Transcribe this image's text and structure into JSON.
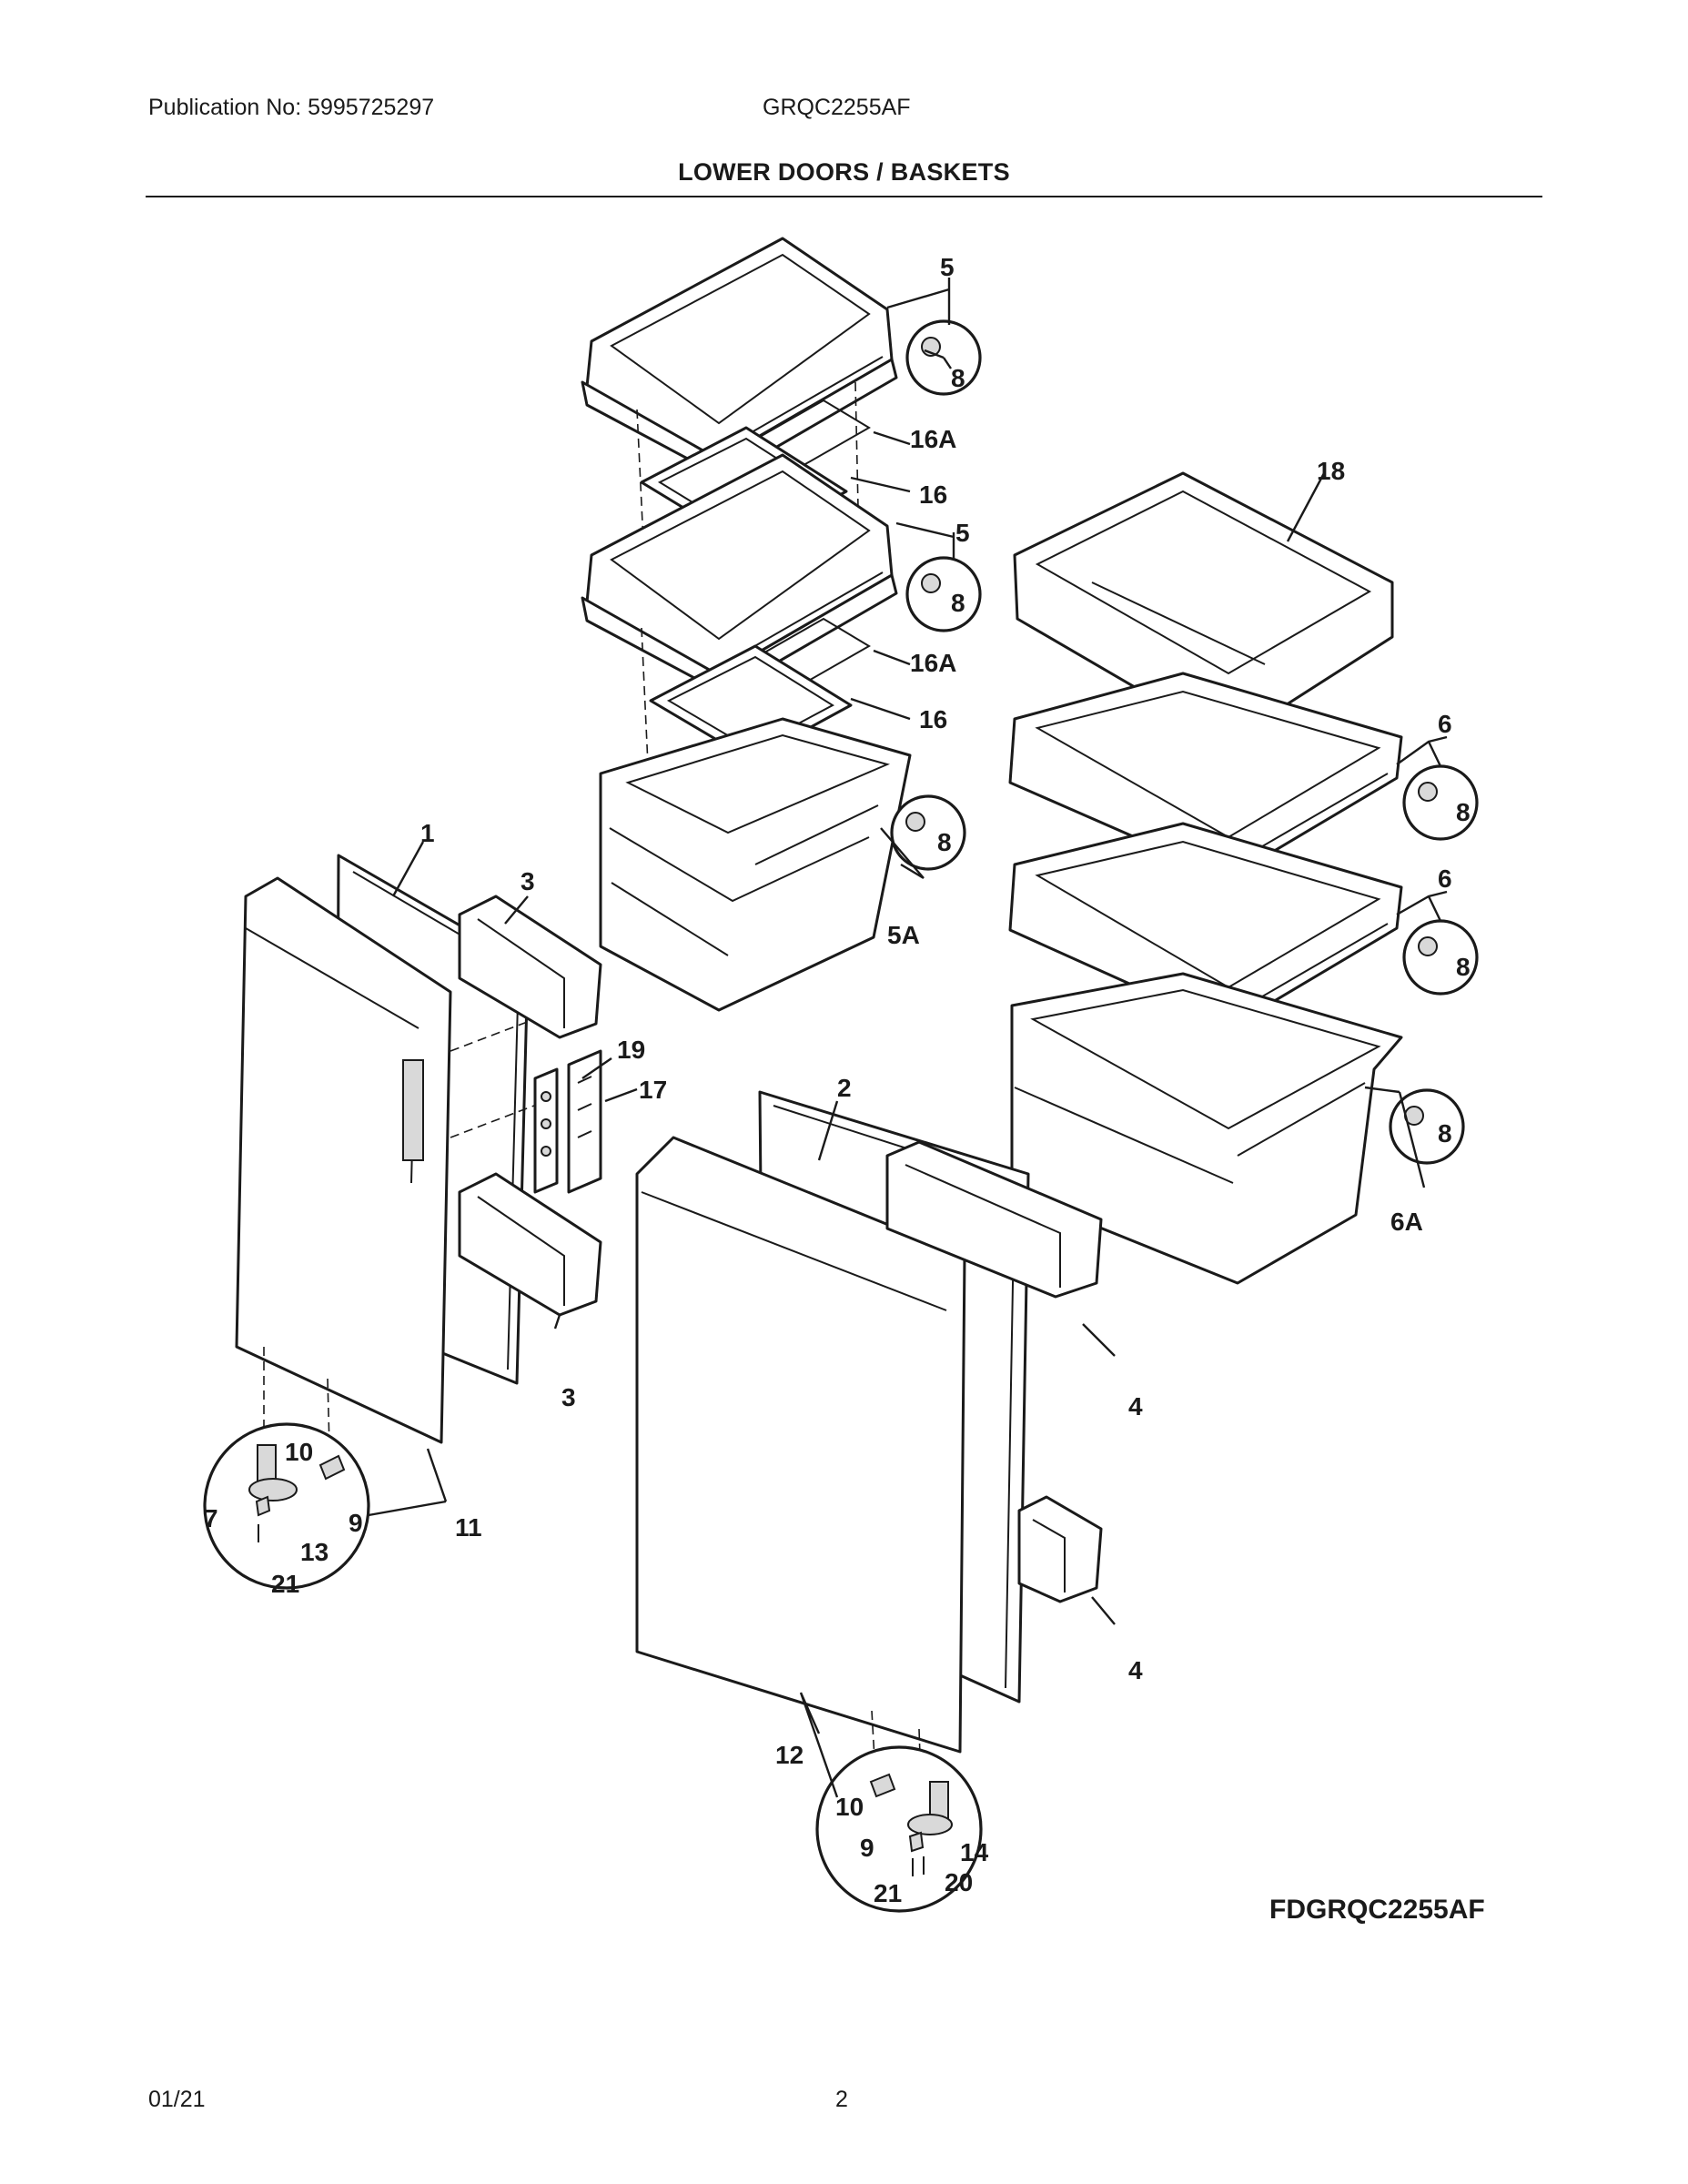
{
  "header": {
    "publication": "Publication No: 5995725297",
    "model": "GRQC2255AF",
    "title": "LOWER DOORS / BASKETS"
  },
  "callouts": {
    "c5a": "5",
    "c8a": "8",
    "c16Aa": "16A",
    "c16a": "16",
    "c5b": "5",
    "c8b": "8",
    "c16Ab": "16A",
    "c16b": "16",
    "c8c": "8",
    "c5A": "5A",
    "c18": "18",
    "c6a": "6",
    "c8d": "8",
    "c6b": "6",
    "c8e": "8",
    "c8f": "8",
    "c6A": "6A",
    "c1": "1",
    "c3a": "3",
    "c19": "19",
    "c17": "17",
    "c3b": "3",
    "c2": "2",
    "c4a": "4",
    "c4b": "4",
    "c10a": "10",
    "c7": "7",
    "c9a": "9",
    "c13": "13",
    "c21a": "21",
    "c11": "11",
    "c12": "12",
    "c10b": "10",
    "c9b": "9",
    "c14": "14",
    "c21b": "21",
    "c20": "20"
  },
  "footer": {
    "figure_code": "FDGRQC2255AF",
    "date": "01/21",
    "page": "2"
  }
}
